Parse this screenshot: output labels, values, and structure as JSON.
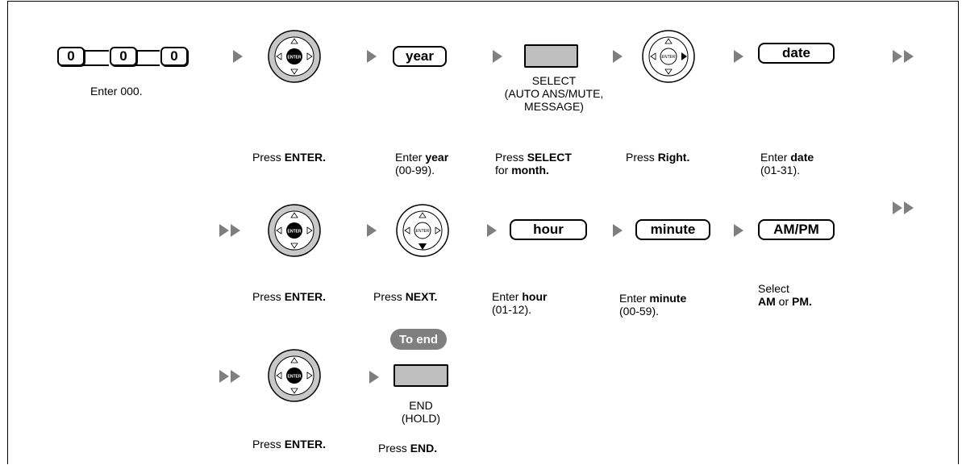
{
  "digits": [
    "0",
    "0",
    "0"
  ],
  "labels": {
    "enter_000": "Enter 000.",
    "select_caption": [
      "SELECT",
      "(AUTO ANS/MUTE,",
      "MESSAGE)"
    ],
    "end_caption": [
      "END",
      "(HOLD)"
    ],
    "to_end": "To end",
    "enter_glyph": "ENTER"
  },
  "keys": {
    "year": "year",
    "date": "date",
    "hour": "hour",
    "minute": "minute",
    "ampm": "AM/PM"
  },
  "steps": {
    "press": "Press",
    "enter": "Enter",
    "for": "for",
    "select": "Select",
    "or": "or",
    "enter_btn": "ENTER.",
    "year_bold": "year",
    "year_range": "(00-99).",
    "select_bold": "SELECT",
    "month_bold": "month.",
    "right_bold": "Right.",
    "date_bold": "date",
    "date_range": "(01-31).",
    "next_bold": "NEXT.",
    "hour_bold": "hour",
    "hour_range": "(01-12).",
    "minute_bold": "minute",
    "minute_range": "(00-59).",
    "am_bold": "AM",
    "pm_bold": "PM.",
    "end_bold": "END."
  },
  "colors": {
    "arrow": "#7f7f7f",
    "button_fill": "#bfbfbf",
    "pill": "#7f7f7f"
  }
}
